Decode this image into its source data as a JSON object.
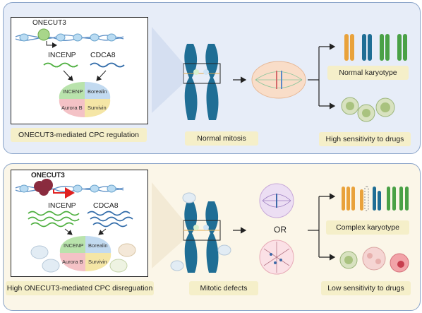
{
  "top": {
    "gene": "ONECUT3",
    "targets": [
      "INCENP",
      "CDCA8"
    ],
    "cpc": [
      "INCENP",
      "Borealin",
      "Aurora B",
      "Survivin"
    ],
    "inset_caption": "ONECUT3-mediated CPC regulation",
    "mitosis_caption": "Normal mitosis",
    "karyotype_caption": "Normal karyotype",
    "drug_caption": "High sensitivity to drugs"
  },
  "bottom": {
    "gene": "ONECUT3",
    "targets": [
      "INCENP",
      "CDCA8"
    ],
    "cpc": [
      "INCENP",
      "Borealin",
      "Aurora B",
      "Survivin"
    ],
    "inset_caption": "High ONECUT3-mediated  CPC disreguation",
    "mitosis_caption": "Mitotic defects",
    "or_label": "OR",
    "karyotype_caption": "Complex karyotype",
    "drug_caption": "Low sensitivity to drugs"
  },
  "colors": {
    "panel_top": "#e7edf8",
    "panel_bottom": "#fbf6e8",
    "chromosome": "#1f6e95",
    "incenp_green": "#5fbf5f",
    "borealin_blue": "#a9c9ea",
    "aurora_pink": "#f4c2c6",
    "survivin_yellow": "#f5e6a6",
    "arrow_red": "#e02020",
    "caption_fill": "#f5efc9"
  }
}
